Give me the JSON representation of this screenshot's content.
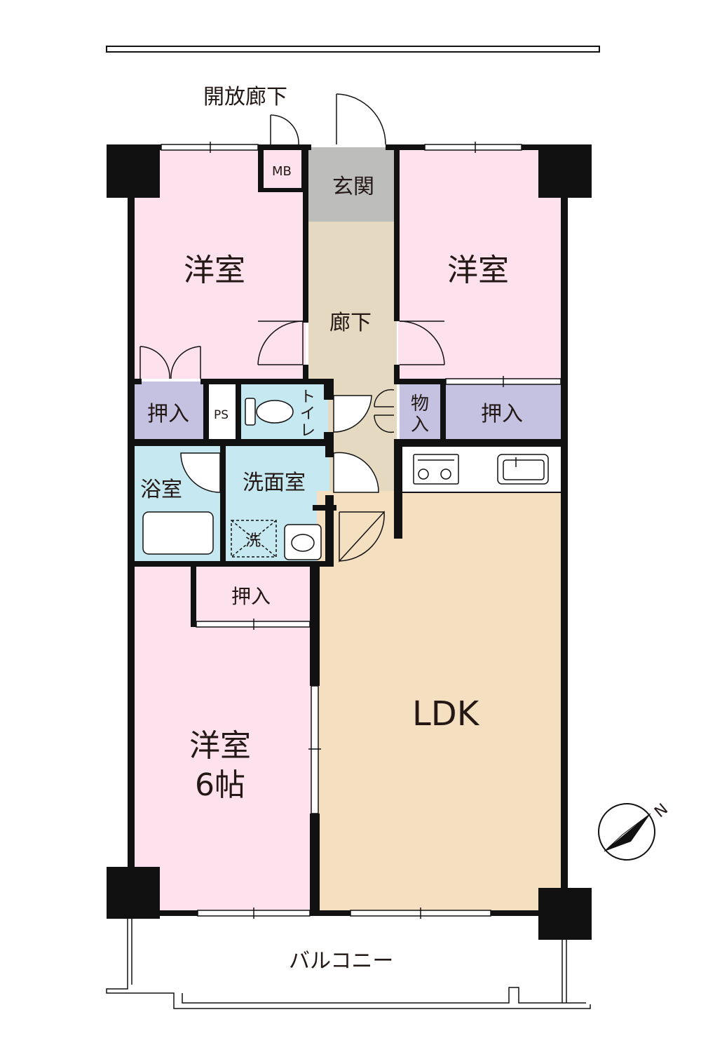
{
  "labels": {
    "corridor_outside": "開放廊下",
    "meter_box": "MB",
    "entrance": "玄関",
    "hall": "廊下",
    "room_nw": "洋室",
    "room_ne": "洋室",
    "room_sw": "洋室",
    "room_sw_size": "6帖",
    "closet_w": "押入",
    "pipe_space": "PS",
    "toilet_1": "ト",
    "toilet_2": "イ",
    "toilet_3": "レ",
    "storage_1": "物",
    "storage_2": "入",
    "closet_e": "押入",
    "bath": "浴室",
    "washroom": "洗面室",
    "washer": "洗",
    "closet_s": "押入",
    "ldk": "LDK",
    "balcony": "バルコニー",
    "north": "N"
  },
  "colors": {
    "western_room": "#fde1ec",
    "entrance": "#bdbdbc",
    "hall": "#e6d9c1",
    "closet": "#c4c2e0",
    "wet_area": "#c6e8f0",
    "ldk": "#f5dfc1",
    "wall": "#111111"
  }
}
